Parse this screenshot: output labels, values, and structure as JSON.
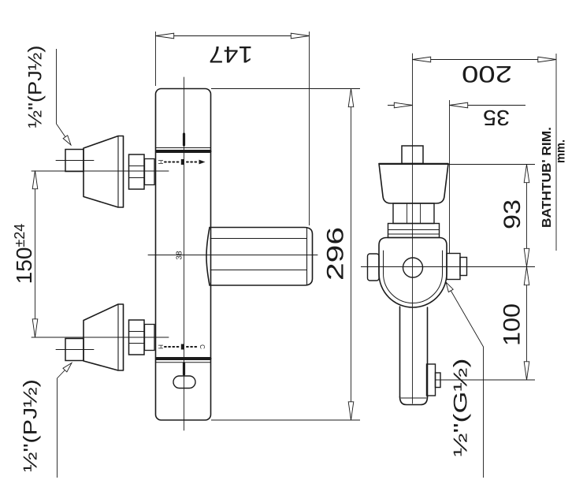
{
  "front_view": {
    "width_dim": "147",
    "height_dim": "296",
    "inlet_spacing_dim": "150",
    "inlet_spacing_tolerance": "±24",
    "top_inlet_label": "½\"(PJ½)",
    "bottom_inlet_label": "½\"(PJ½)",
    "hot_mark": "H",
    "cold_mark": "C",
    "temp_mark": "38"
  },
  "side_view": {
    "depth_dim": "200",
    "offset_dim": "35",
    "upper_height_dim": "93",
    "lower_height_dim": "100",
    "bathtub_rim_label": "BATHTUB' RIM.",
    "unit_label": "mm.",
    "outlet_label": "½\"(G½)"
  }
}
